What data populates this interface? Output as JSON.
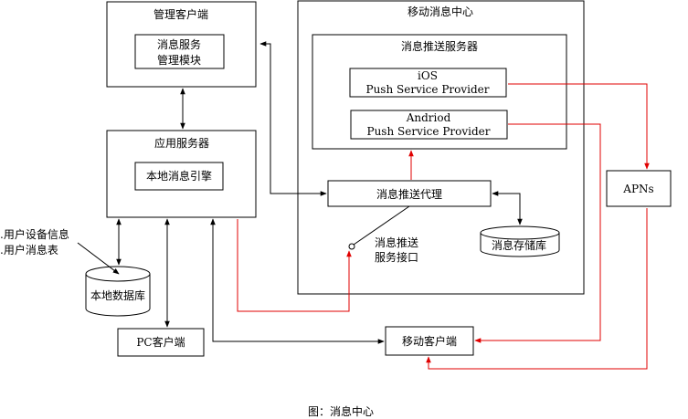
{
  "nodes": {
    "admin_client": "管理客户端",
    "msg_service_admin_module_line1": "消息服务",
    "msg_service_admin_module_line2": "管理模块",
    "app_server": "应用服务器",
    "local_msg_engine": "本地消息引擎",
    "mobile_msg_center": "移动消息中心",
    "push_server": "消息推送服务器",
    "ios_line1": "iOS",
    "ios_line2": "Push Service Provider",
    "android_line1": "Andriod",
    "android_line2": "Push Service Provider",
    "push_agent": "消息推送代理",
    "msg_store": "消息存储库",
    "push_interface_line1": "消息推送",
    "push_interface_line2": "服务接口",
    "apns": "APNs",
    "local_db": "本地数据库",
    "pc_client": "PC客户端",
    "mobile_client": "移动客户端"
  },
  "annotations": {
    "line1": ".用户设备信息",
    "line2": ".用户消息表"
  },
  "caption": "图：消息中心",
  "colors": {
    "stroke": "#000000",
    "push_path": "#e00000"
  }
}
